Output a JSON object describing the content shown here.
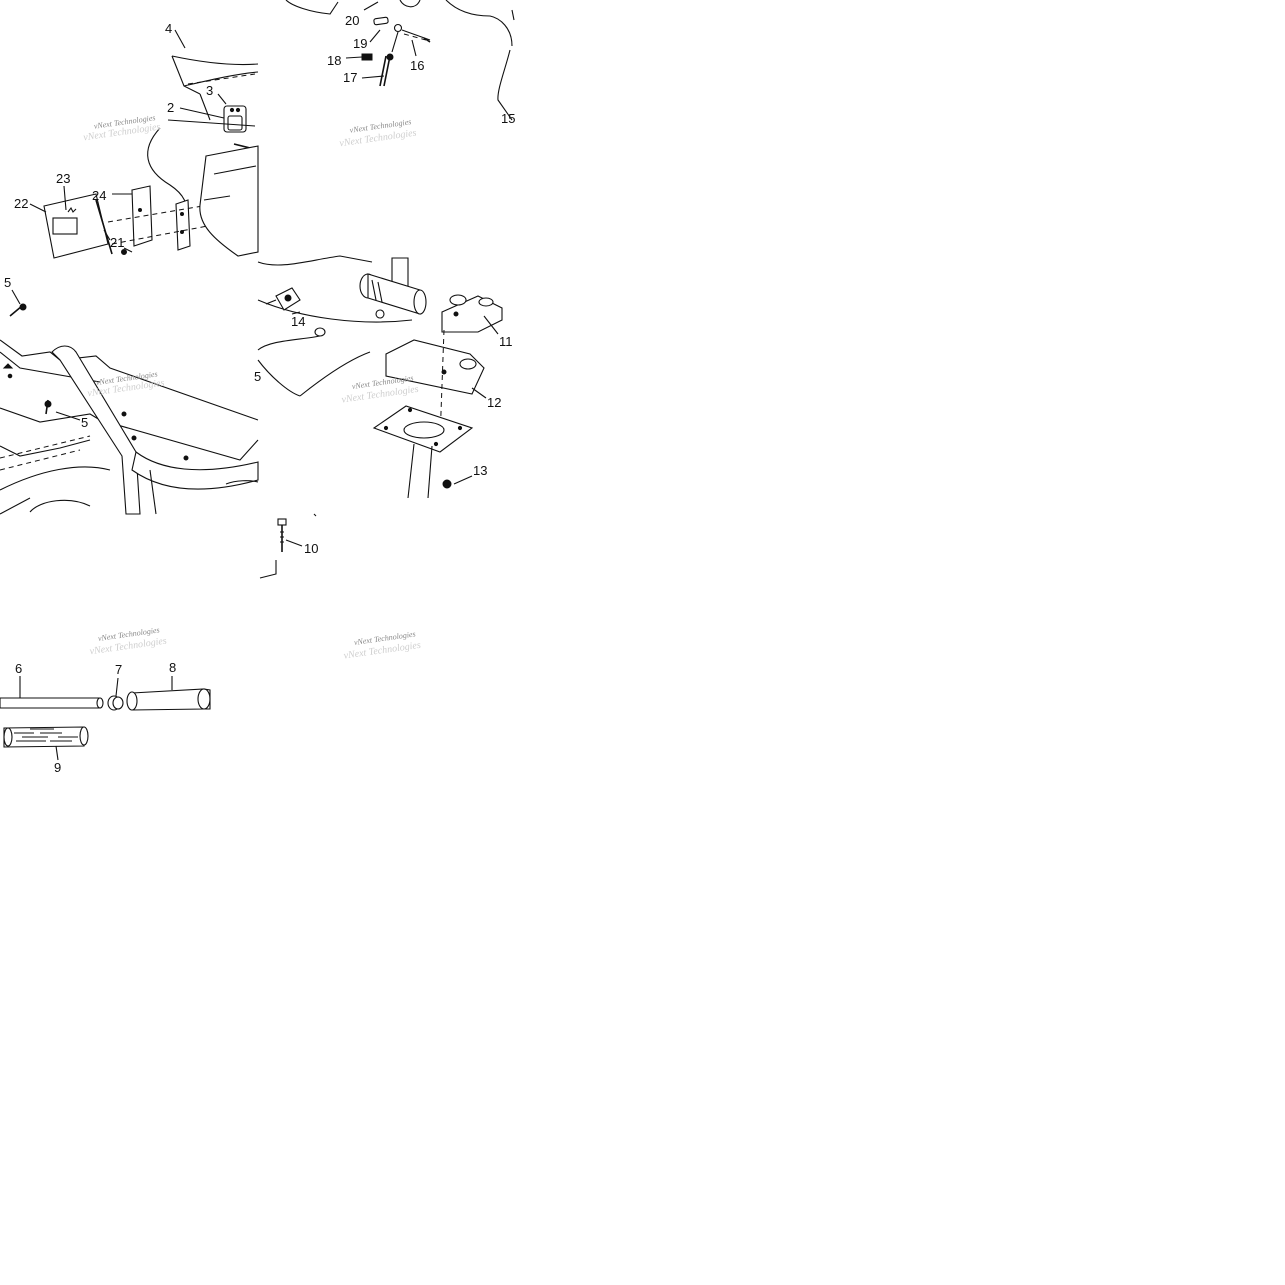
{
  "callouts": {
    "c2": "2",
    "c3": "3",
    "c4": "4",
    "c5a": "5",
    "c5b": "5",
    "c6": "6",
    "c7": "7",
    "c8": "8",
    "c9": "9",
    "c10": "10",
    "c11": "11",
    "c12": "12",
    "c13": "13",
    "c14": "14",
    "c15": "15",
    "c15b": "5",
    "c16": "16",
    "c17": "17",
    "c18": "18",
    "c19": "19",
    "c20": "20",
    "c21": "21",
    "c22": "22",
    "c23": "23",
    "c24": "24"
  },
  "watermark": {
    "brand": "vNext Technologies"
  },
  "colors": {
    "line": "#111111",
    "background": "#ffffff",
    "watermark": "#8a8a8a"
  }
}
